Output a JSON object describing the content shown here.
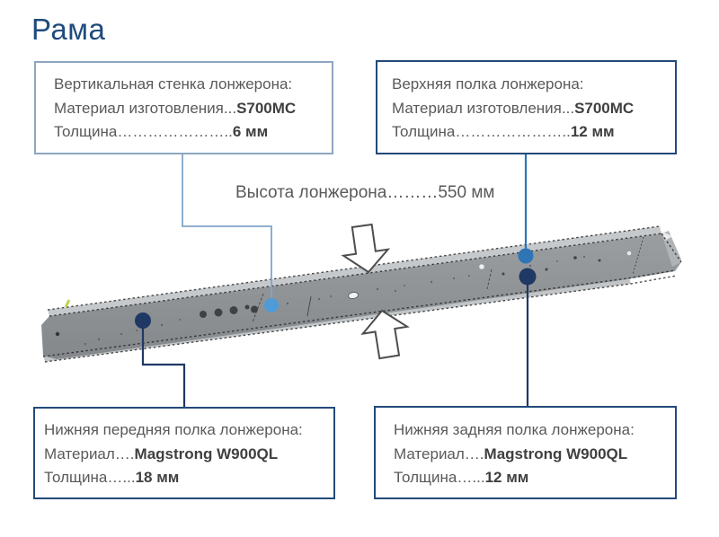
{
  "slide_title": "Рама",
  "height_note": {
    "label": "Высота лонжерона………",
    "value": "550 мм"
  },
  "callouts": [
    {
      "id": "vertical-wall",
      "title": "Вертикальная стенка лонжерона:",
      "rows": [
        {
          "label": "Материал изготовления...",
          "value": "S700MC"
        },
        {
          "label": "Толщина…………………..",
          "value": "6 мм"
        }
      ]
    },
    {
      "id": "top-flange",
      "title": "Верхняя полка лонжерона:",
      "rows": [
        {
          "label": "Материал изготовления...",
          "value": "S700MC"
        },
        {
          "label": "Толщина…………………..",
          "value": "12 мм"
        }
      ]
    },
    {
      "id": "bottom-front-flange",
      "title": "Нижняя передняя полка лонжерона:",
      "rows": [
        {
          "label": "Материал….",
          "value": "Magstrong W900QL"
        },
        {
          "label": "Толщина…...",
          "value": "18 мм"
        }
      ]
    },
    {
      "id": "bottom-rear-flange",
      "title": "Нижняя задняя полка лонжерона:",
      "rows": [
        {
          "label": "Материал….",
          "value": "Magstrong W900QL"
        },
        {
          "label": "Толщина…...",
          "value": "12 мм"
        }
      ]
    }
  ],
  "figure": {
    "kind": "frame-side-member-3d-render"
  },
  "colors": {
    "title": "#1F4A7D",
    "body_text": "#595959",
    "bold_text": "#404040",
    "callout_border_light": "#8CA6C0",
    "callout_border_dark": "#23497A",
    "connector_light": "#82A5C6",
    "connector_medium": "#2E75B6",
    "connector_dark": "#1F3864",
    "dot_light": "#4E9BD8",
    "dot_medium": "#2E75B6",
    "dot_dark": "#1F3864",
    "rail_web": "#8E9294",
    "rail_flange": "#C6C9CB"
  }
}
